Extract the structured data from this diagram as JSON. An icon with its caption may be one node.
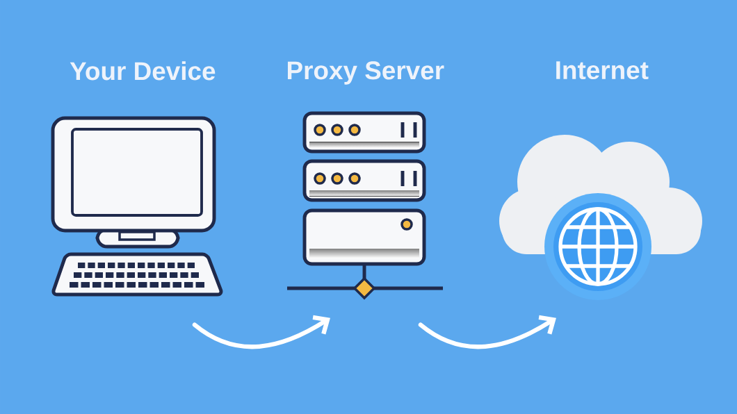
{
  "diagram": {
    "nodes": [
      {
        "text": [
          "Your Device"
        ]
      },
      {
        "text": [
          "Proxy Server"
        ]
      },
      {
        "text": [
          "Internet"
        ]
      }
    ],
    "edges": [
      {
        "from": 0,
        "to": 1,
        "arrow": "to"
      },
      {
        "from": 1,
        "to": 2,
        "arrow": "to"
      }
    ]
  }
}
